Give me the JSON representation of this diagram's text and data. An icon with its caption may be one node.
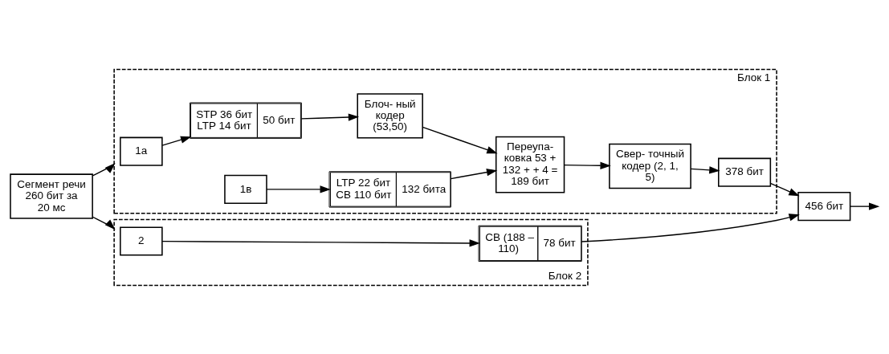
{
  "diagram": {
    "nodes": [
      {
        "text": [
          "Сегмент речи 260 бит за 20 мс"
        ]
      },
      {
        "text": [
          "Блок 1"
        ]
      },
      {
        "text": [
          "1а"
        ],
        "in": 1
      },
      {
        "text": [
          "STP 36 бит LTP 14 бит",
          "50 бит"
        ],
        "in": 1
      },
      {
        "text": [
          "Блоч- ный кодер (53,50)"
        ],
        "in": 1
      },
      {
        "text": [
          "1в"
        ],
        "in": 1
      },
      {
        "text": [
          "LTP 22 бит CB 110 бит",
          "132 бита"
        ],
        "in": 1
      },
      {
        "text": [
          "Переупа- ковка 53 + 132 + + 4 = 189 бит"
        ],
        "in": 1
      },
      {
        "text": [
          "Свер- точный кодер (2, 1, 5)"
        ],
        "in": 1
      },
      {
        "text": [
          "378 бит"
        ],
        "in": 1
      },
      {
        "text": [
          "Блок 2"
        ]
      },
      {
        "text": [
          "2"
        ],
        "in": 10
      },
      {
        "text": [
          "CB (188 – 110)",
          "78 бит"
        ],
        "in": 10
      },
      {
        "text": [
          "456 бит"
        ]
      }
    ],
    "edges": [
      {
        "from": 0,
        "to": 1,
        "arrow": "to"
      },
      {
        "from": 0,
        "to": 10,
        "arrow": "to"
      },
      {
        "from": 2,
        "to": 3,
        "arrow": "to"
      },
      {
        "from": 3,
        "to": 4,
        "arrow": "to"
      },
      {
        "from": 4,
        "to": 7,
        "arrow": "to"
      },
      {
        "from": 5,
        "to": 6,
        "arrow": "to"
      },
      {
        "from": 6,
        "to": 7,
        "arrow": "to"
      },
      {
        "from": 7,
        "to": 8,
        "arrow": "to"
      },
      {
        "from": 8,
        "to": 9,
        "arrow": "to"
      },
      {
        "from": 9,
        "to": 13,
        "arrow": "to"
      },
      {
        "from": 11,
        "to": 12,
        "arrow": "to"
      },
      {
        "from": 12,
        "to": 13,
        "arrow": "to"
      },
      {
        "from": 13,
        "to": null,
        "arrow": "to"
      }
    ]
  }
}
